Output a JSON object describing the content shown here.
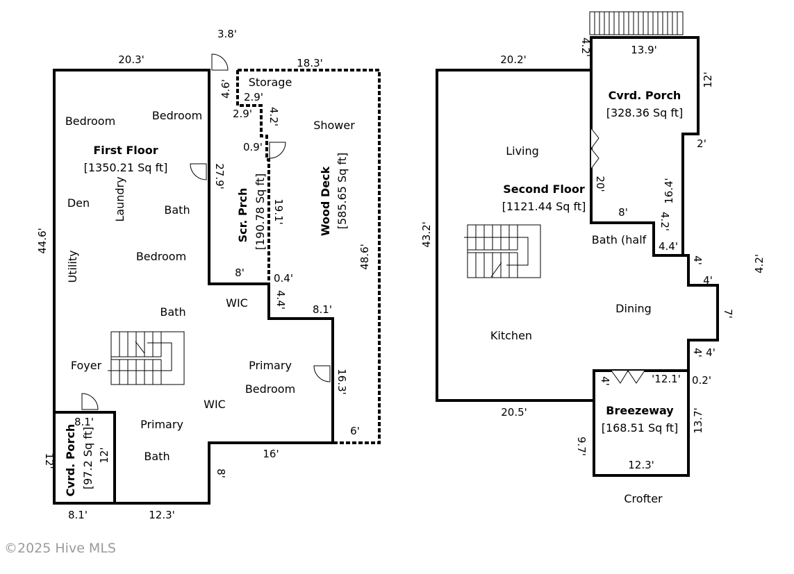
{
  "first_floor": {
    "title": "First Floor",
    "area": "[1350.21 Sq ft]",
    "rooms": {
      "bedroom_left": "Bedroom",
      "bedroom_right": "Bedroom",
      "bedroom_mid": "Bedroom",
      "den": "Den",
      "laundry": "Laundry",
      "bath_upper": "Bath",
      "bath_lower": "Bath",
      "utility": "Utility",
      "foyer": "Foyer",
      "wic_upper": "WIC",
      "wic_lower": "WIC",
      "primary_bedroom_1": "Primary",
      "primary_bedroom_2": "Bedroom",
      "primary_bath_1": "Primary",
      "primary_bath_2": "Bath",
      "storage": "Storage",
      "shower": "Shower"
    },
    "scr_porch": {
      "title": "Scr. Prch",
      "area": "[190.78 Sq ft]"
    },
    "wood_deck": {
      "title": "Wood Deck",
      "area": "[585.65 Sq ft]"
    },
    "cvrd_porch": {
      "title": "Cvrd. Porch",
      "area": "[97.2 Sq ft]"
    },
    "dims": {
      "top_left": "20.3'",
      "door_top": "3.8'",
      "top_right": "18.3'",
      "storage_side": "4.6'",
      "storage_w1": "2.9'",
      "storage_w2": "2.9'",
      "storage_v": "4.2'",
      "gap": "0.9'",
      "scr_v": "27.9'",
      "scr_inner": "19.1'",
      "scr_bottom": "8'",
      "small": "0.4'",
      "wic_v": "4.4'",
      "deck_step": "8.1'",
      "left_height": "44.6'",
      "deck_height": "48.6'",
      "primary_v": "16.3'",
      "deck_bottom": "6'",
      "bottom_mid": "16'",
      "bottom_v": "8'",
      "porch_top": "8.1'",
      "porch_in": "12'",
      "porch_out": "12'",
      "bottom_left": "8.1'",
      "bottom_mid2": "12.3'"
    }
  },
  "second_floor": {
    "title": "Second Floor",
    "area": "[1121.44 Sq ft]",
    "rooms": {
      "living": "Living",
      "bath_half": "Bath (half",
      "dining": "Dining",
      "kitchen": "Kitchen"
    },
    "cvrd_porch": {
      "title": "Cvrd. Porch",
      "area": "[328.36 Sq ft]"
    },
    "breezeway": {
      "title": "Breezeway",
      "area": "[168.51 Sq ft]"
    },
    "dims": {
      "top_left": "20.2'",
      "porch_side": "4.2'",
      "porch_top": "13.9'",
      "porch_right": "12'",
      "porch_2": "2'",
      "living_v": "20'",
      "right_v": "16.4'",
      "bath_w": "8'",
      "bath_v": "4.2'",
      "bath_4_4": "4.4'",
      "step_4a": "4'",
      "step_4b": "4'",
      "far_right": "4.2'",
      "left_height": "43.2'",
      "dining_7": "7'",
      "step_4c": "4'",
      "step_4d": "4'",
      "brz_12_1": "'12.1'",
      "brz_0_2": "0.2'",
      "brz_4": "4'",
      "bottom": "20.5'",
      "brz_left": "9.7'",
      "brz_right": "13.7'",
      "brz_bottom": "12.3'"
    }
  },
  "crofter_label": "Crofter",
  "watermark": "©2025 Hive MLS"
}
